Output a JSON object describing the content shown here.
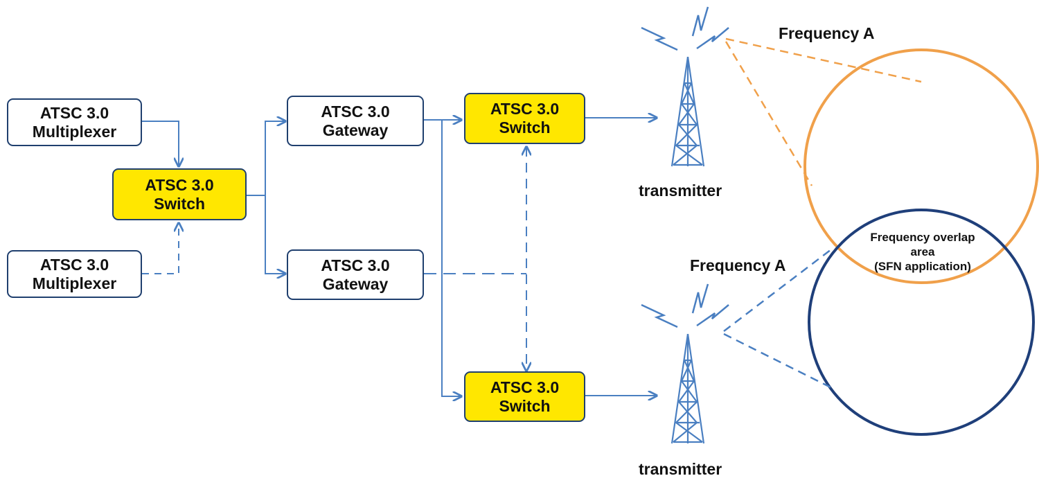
{
  "colors": {
    "box_border": "#1f3f6e",
    "switch_fill": "#ffe700",
    "arrow": "#4a7fc1",
    "circle_a": "#f0a04a",
    "circle_b": "#1f3f7a"
  },
  "icons": {
    "tower": "transmitter-tower-icon",
    "signal": "lightning-signal-icon"
  },
  "nodes": {
    "multiplexer_1": [
      "ATSC 3.0",
      "Multiplexer"
    ],
    "multiplexer_2": [
      "ATSC 3.0",
      "Multiplexer"
    ],
    "switch_main": [
      "ATSC 3.0",
      "Switch"
    ],
    "gateway_1": [
      "ATSC 3.0",
      "Gateway"
    ],
    "gateway_2": [
      "ATSC 3.0",
      "Gateway"
    ],
    "switch_top": [
      "ATSC 3.0",
      "Switch"
    ],
    "switch_bottom": [
      "ATSC 3.0",
      "Switch"
    ]
  },
  "labels": {
    "transmitter_top": "transmitter",
    "transmitter_bottom": "transmitter",
    "freq_top": "Frequency A",
    "freq_bottom": "Frequency A",
    "overlap": [
      "Frequency overlap",
      "area",
      "(SFN application)"
    ]
  }
}
